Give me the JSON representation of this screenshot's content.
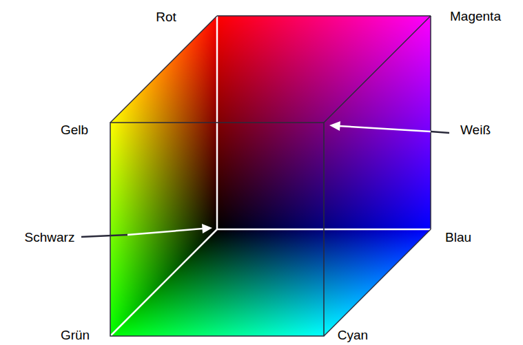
{
  "diagram": {
    "labels": [
      "Rot",
      "Magenta",
      "Gelb",
      "Weiß",
      "Schwarz",
      "Blau",
      "Grün",
      "Cyan"
    ]
  }
}
